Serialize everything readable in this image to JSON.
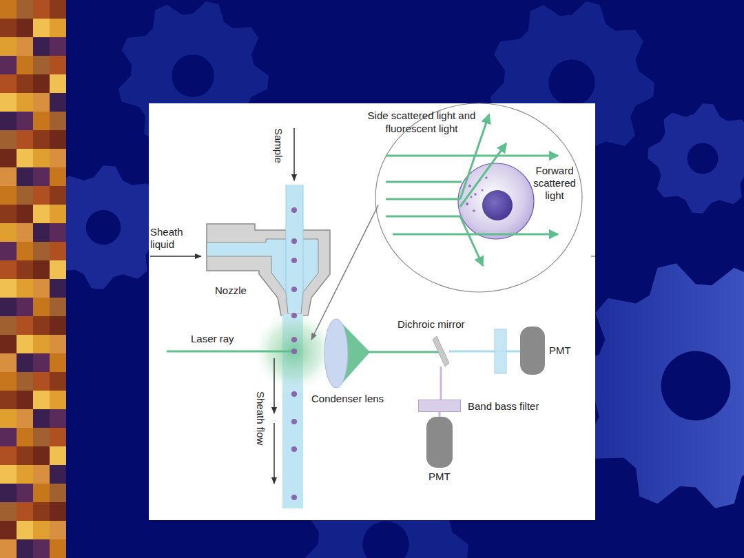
{
  "diagram": {
    "nodes": [
      {
        "text": [
          "Dichroic mirror"
        ]
      },
      {
        "text": [
          "PMT"
        ]
      },
      {
        "text": [
          "Band bass filter"
        ]
      },
      {
        "text": [
          "PMT"
        ]
      }
    ],
    "edges": [
      {
        "from": 0,
        "to": 1,
        "arrow": "none"
      },
      {
        "from": 0,
        "to": 2,
        "arrow": "none"
      },
      {
        "from": 2,
        "to": 3,
        "arrow": "none"
      }
    ],
    "labels": [
      "Sample",
      "Sheath liquid",
      "Nozzle",
      "Laser ray",
      "Condenser lens",
      "Sheath flow",
      "Side scattered light and fluorescent light",
      "Forward scattered light"
    ]
  }
}
